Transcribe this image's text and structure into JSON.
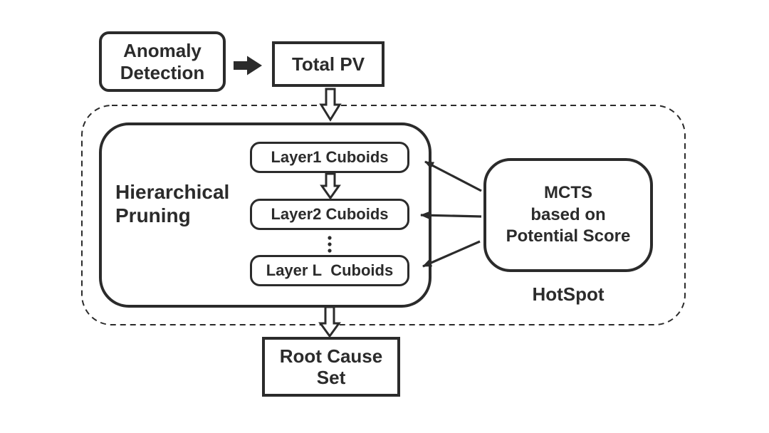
{
  "title": "HotSpot root cause analysis flow diagram",
  "colors": {
    "ink": "#2b2b2b",
    "background": "#ffffff"
  },
  "nodes": {
    "anomaly_detection": "Anomaly\nDetection",
    "total_pv": "Total PV",
    "hierarchical_pruning": "Hierarchical\nPruning",
    "layer1_cuboids": "Layer1 Cuboids",
    "layer2_cuboids": "Layer2 Cuboids",
    "layerL_cuboids": "Layer L  Cuboids",
    "mcts": "MCTS\nbased on\nPotential Score",
    "hotspot_label": "HotSpot",
    "root_cause_set": "Root Cause\nSet"
  },
  "edges": [
    {
      "from": "anomaly_detection",
      "to": "total_pv",
      "style": "solid-thick-arrow"
    },
    {
      "from": "total_pv",
      "to": "hierarchical_pruning",
      "style": "hollow-outline-arrow"
    },
    {
      "from": "layer1_cuboids",
      "to": "layer2_cuboids",
      "style": "hollow-outline-arrow"
    },
    {
      "from": "layer2_cuboids",
      "to": "layerL_cuboids",
      "style": "vertical-ellipsis"
    },
    {
      "from": "mcts",
      "to": "layer1_cuboids",
      "style": "thin-arrow"
    },
    {
      "from": "mcts",
      "to": "layer2_cuboids",
      "style": "thin-arrow"
    },
    {
      "from": "mcts",
      "to": "layerL_cuboids",
      "style": "thin-arrow"
    },
    {
      "from": "hierarchical_pruning",
      "to": "root_cause_set",
      "style": "hollow-outline-arrow"
    }
  ]
}
